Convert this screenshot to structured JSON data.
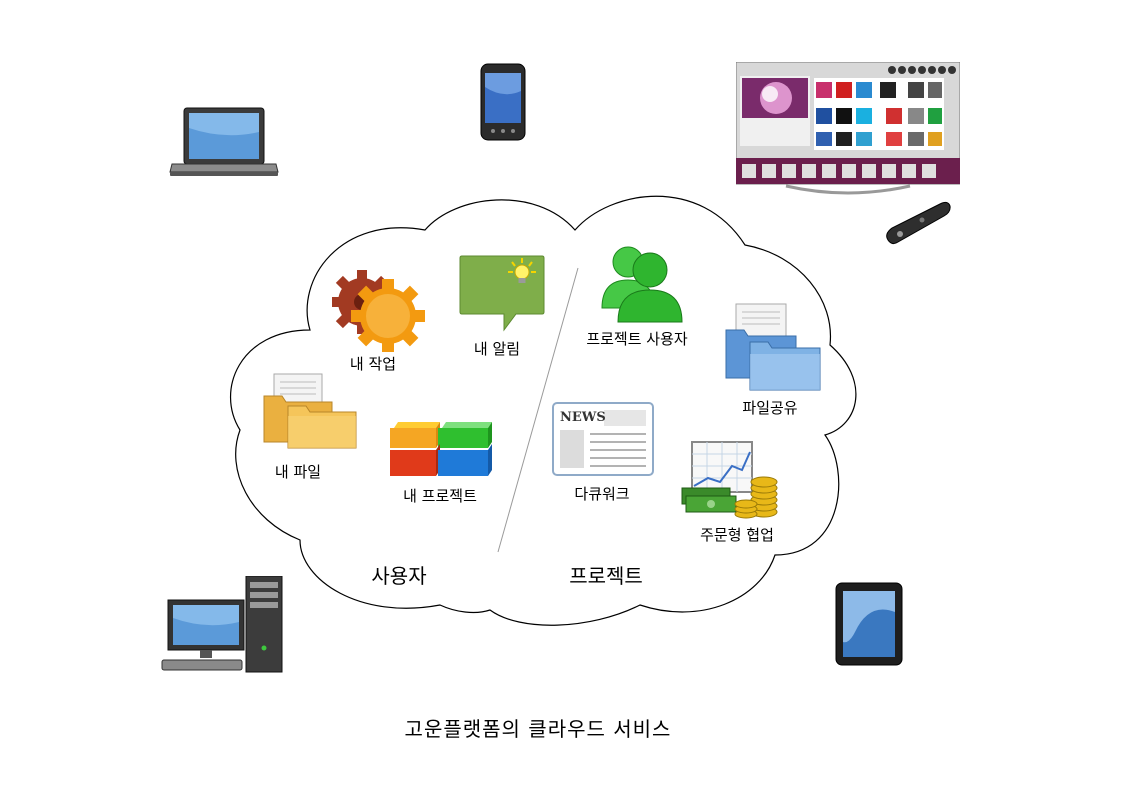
{
  "caption": "고운플랫폼의 클라우드 서비스",
  "cloud": {
    "user_section": "사용자",
    "project_section": "프로젝트"
  },
  "user_items": {
    "my_task": "내 작업",
    "my_alert": "내 알림",
    "my_file": "내 파일",
    "my_project": "내 프로젝트"
  },
  "project_items": {
    "project_users": "프로젝트 사용자",
    "file_share": "파일공유",
    "docuwork": "다큐워크",
    "order_collab": "주문형 협업"
  },
  "newspaper_text": "NEWS",
  "icons": {
    "laptop": "laptop-icon",
    "phone": "smartphone-icon",
    "tv": "smart-tv-icon",
    "desktop": "desktop-pc-icon",
    "tablet": "tablet-icon"
  },
  "colors": {
    "gear_orange": "#f39a10",
    "gear_dark": "#a23a22",
    "speech_green": "#7fae4a",
    "users_green": "#2fb52f",
    "folder_yellow": "#f5c55a",
    "folder_blue": "#7fb2e5",
    "cloud_stroke": "#000000"
  }
}
